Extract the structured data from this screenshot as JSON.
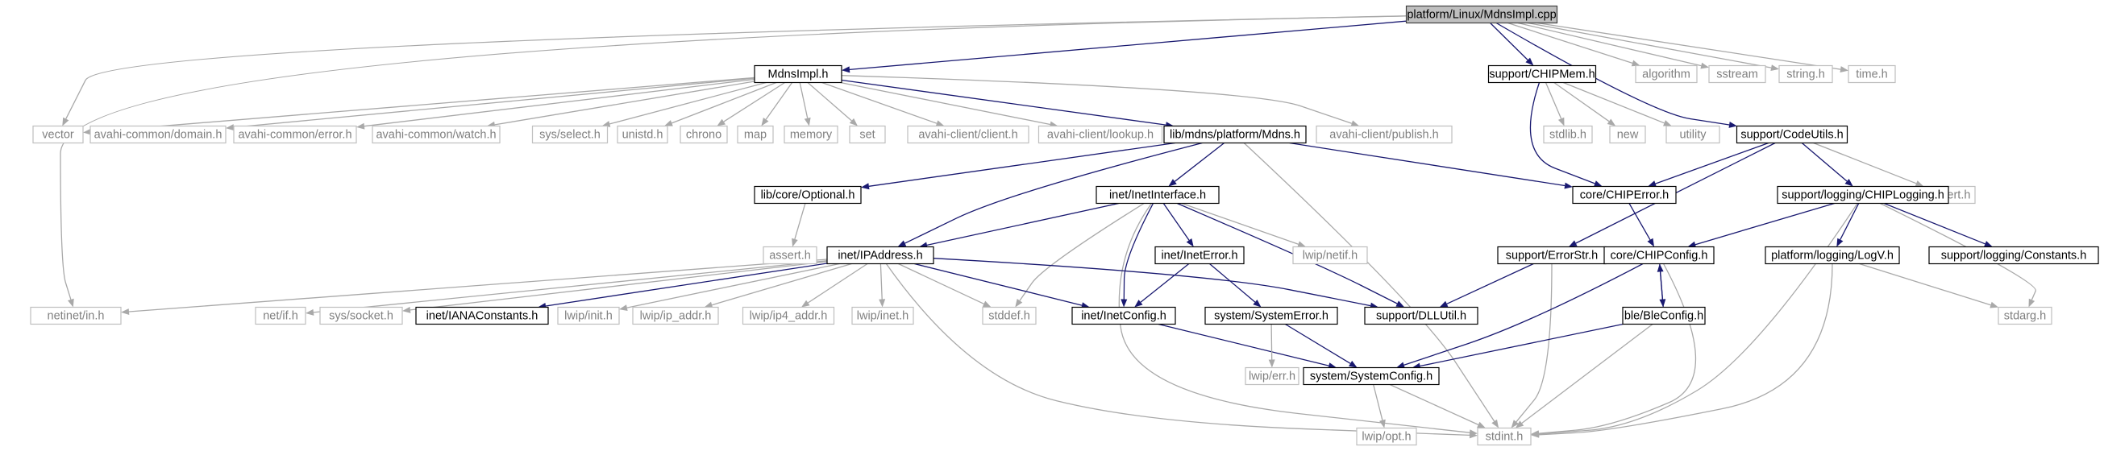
{
  "diagram": {
    "colors": {
      "background": "#ffffff",
      "root_fill": "#bfbfbf",
      "root_border": "#404040",
      "doc_border": "#000000",
      "ext_border": "#bfbfbf",
      "ext_text": "#808080",
      "edge_main": "#191970",
      "edge_ext": "#a9a9a9"
    },
    "nodes": {
      "root": "platform/Linux/MdnsImpl.cpp",
      "mdnsimpl_h": "MdnsImpl.h",
      "chipmem_h": "support/CHIPMem.h",
      "algorithm": "algorithm",
      "sstream": "sstream",
      "string_h": "string.h",
      "time_h": "time.h",
      "vector": "vector",
      "avahi_domain": "avahi-common/domain.h",
      "avahi_error": "avahi-common/error.h",
      "avahi_watch": "avahi-common/watch.h",
      "sys_select": "sys/select.h",
      "unistd": "unistd.h",
      "chrono": "chrono",
      "map": "map",
      "memory": "memory",
      "set": "set",
      "avahi_client": "avahi-client/client.h",
      "avahi_lookup": "avahi-client/lookup.h",
      "mdns_h": "lib/mdns/platform/Mdns.h",
      "avahi_publish": "avahi-client/publish.h",
      "stdlib": "stdlib.h",
      "new": "new",
      "utility": "utility",
      "codeutils": "support/CodeUtils.h",
      "optional": "lib/core/Optional.h",
      "inetinterface": "inet/InetInterface.h",
      "chiperror": "core/CHIPError.h",
      "nlassert": "nlassert.h",
      "chiplogging": "support/logging/CHIPLogging.h",
      "assert_h": "assert.h",
      "ipaddress": "inet/IPAddress.h",
      "ineterror": "inet/InetError.h",
      "lwip_netif": "lwip/netif.h",
      "errorstr": "support/ErrorStr.h",
      "chipconfig": "core/CHIPConfig.h",
      "logv": "platform/logging/LogV.h",
      "constants": "support/logging/Constants.h",
      "netinet_in": "netinet/in.h",
      "net_if": "net/if.h",
      "sys_socket": "sys/socket.h",
      "iana": "inet/IANAConstants.h",
      "lwip_init": "lwip/init.h",
      "lwip_ip_addr": "lwip/ip_addr.h",
      "lwip_ip4_addr": "lwip/ip4_addr.h",
      "lwip_inet": "lwip/inet.h",
      "stddef": "stddef.h",
      "inetconfig": "inet/InetConfig.h",
      "systemerror": "system/SystemError.h",
      "dllutil": "support/DLLUtil.h",
      "bleconfig": "ble/BleConfig.h",
      "stdarg": "stdarg.h",
      "lwip_err": "lwip/err.h",
      "systemconfig": "system/SystemConfig.h",
      "lwip_opt": "lwip/opt.h",
      "stdint": "stdint.h"
    }
  }
}
